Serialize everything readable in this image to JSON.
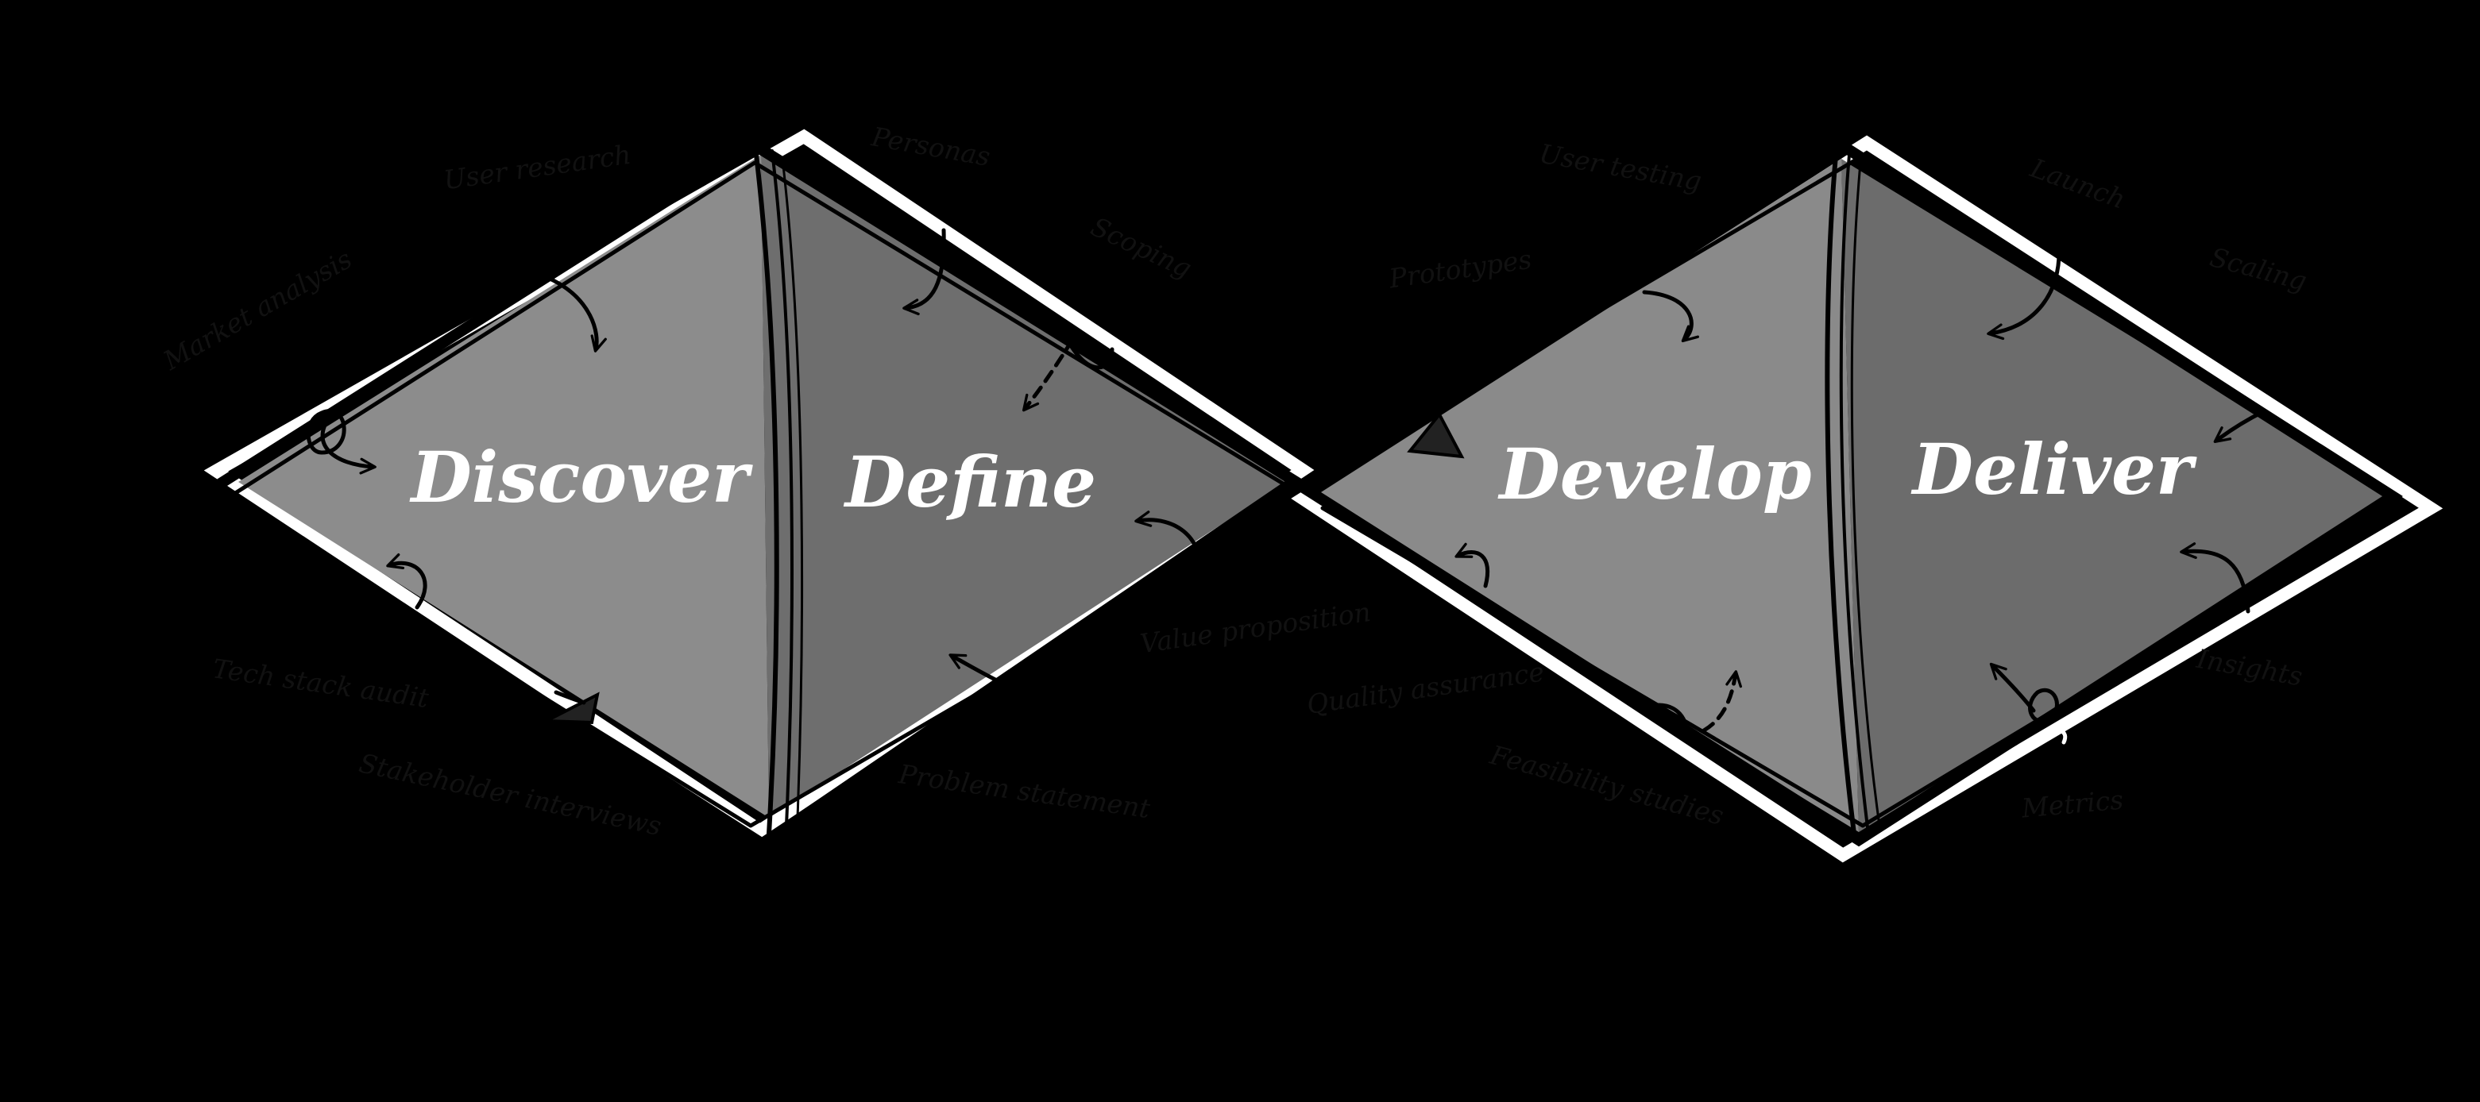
{
  "diagram": {
    "phases": [
      {
        "id": "discover",
        "label": "Discover"
      },
      {
        "id": "define",
        "label": "Define"
      },
      {
        "id": "develop",
        "label": "Develop"
      },
      {
        "id": "deliver",
        "label": "Deliver"
      }
    ],
    "activities": {
      "user_research": "User research",
      "market_analysis": "Market analysis",
      "tech_stack_audit": "Tech stack audit",
      "stakeholder_interviews": "Stakeholder interviews",
      "personas": "Personas",
      "scoping": "Scoping",
      "value_proposition": "Value proposition",
      "problem_statement": "Problem statement",
      "user_testing": "User testing",
      "prototypes": "Prototypes",
      "quality_assurance": "Quality assurance",
      "feasibility_studies": "Feasibility studies",
      "launch": "Launch",
      "scaling": "Scaling",
      "insights": "Insights",
      "metrics": "Metrics"
    },
    "colors": {
      "background": "#000000",
      "discover_fill": "#8c8c8c",
      "define_fill": "#6e6e6e",
      "develop_fill": "#8a8a8a",
      "deliver_fill": "#6c6c6c",
      "outline": "#000000",
      "offset_outline": "#ffffff",
      "phase_text": "#ffffff",
      "activity_text": "#111111"
    }
  }
}
